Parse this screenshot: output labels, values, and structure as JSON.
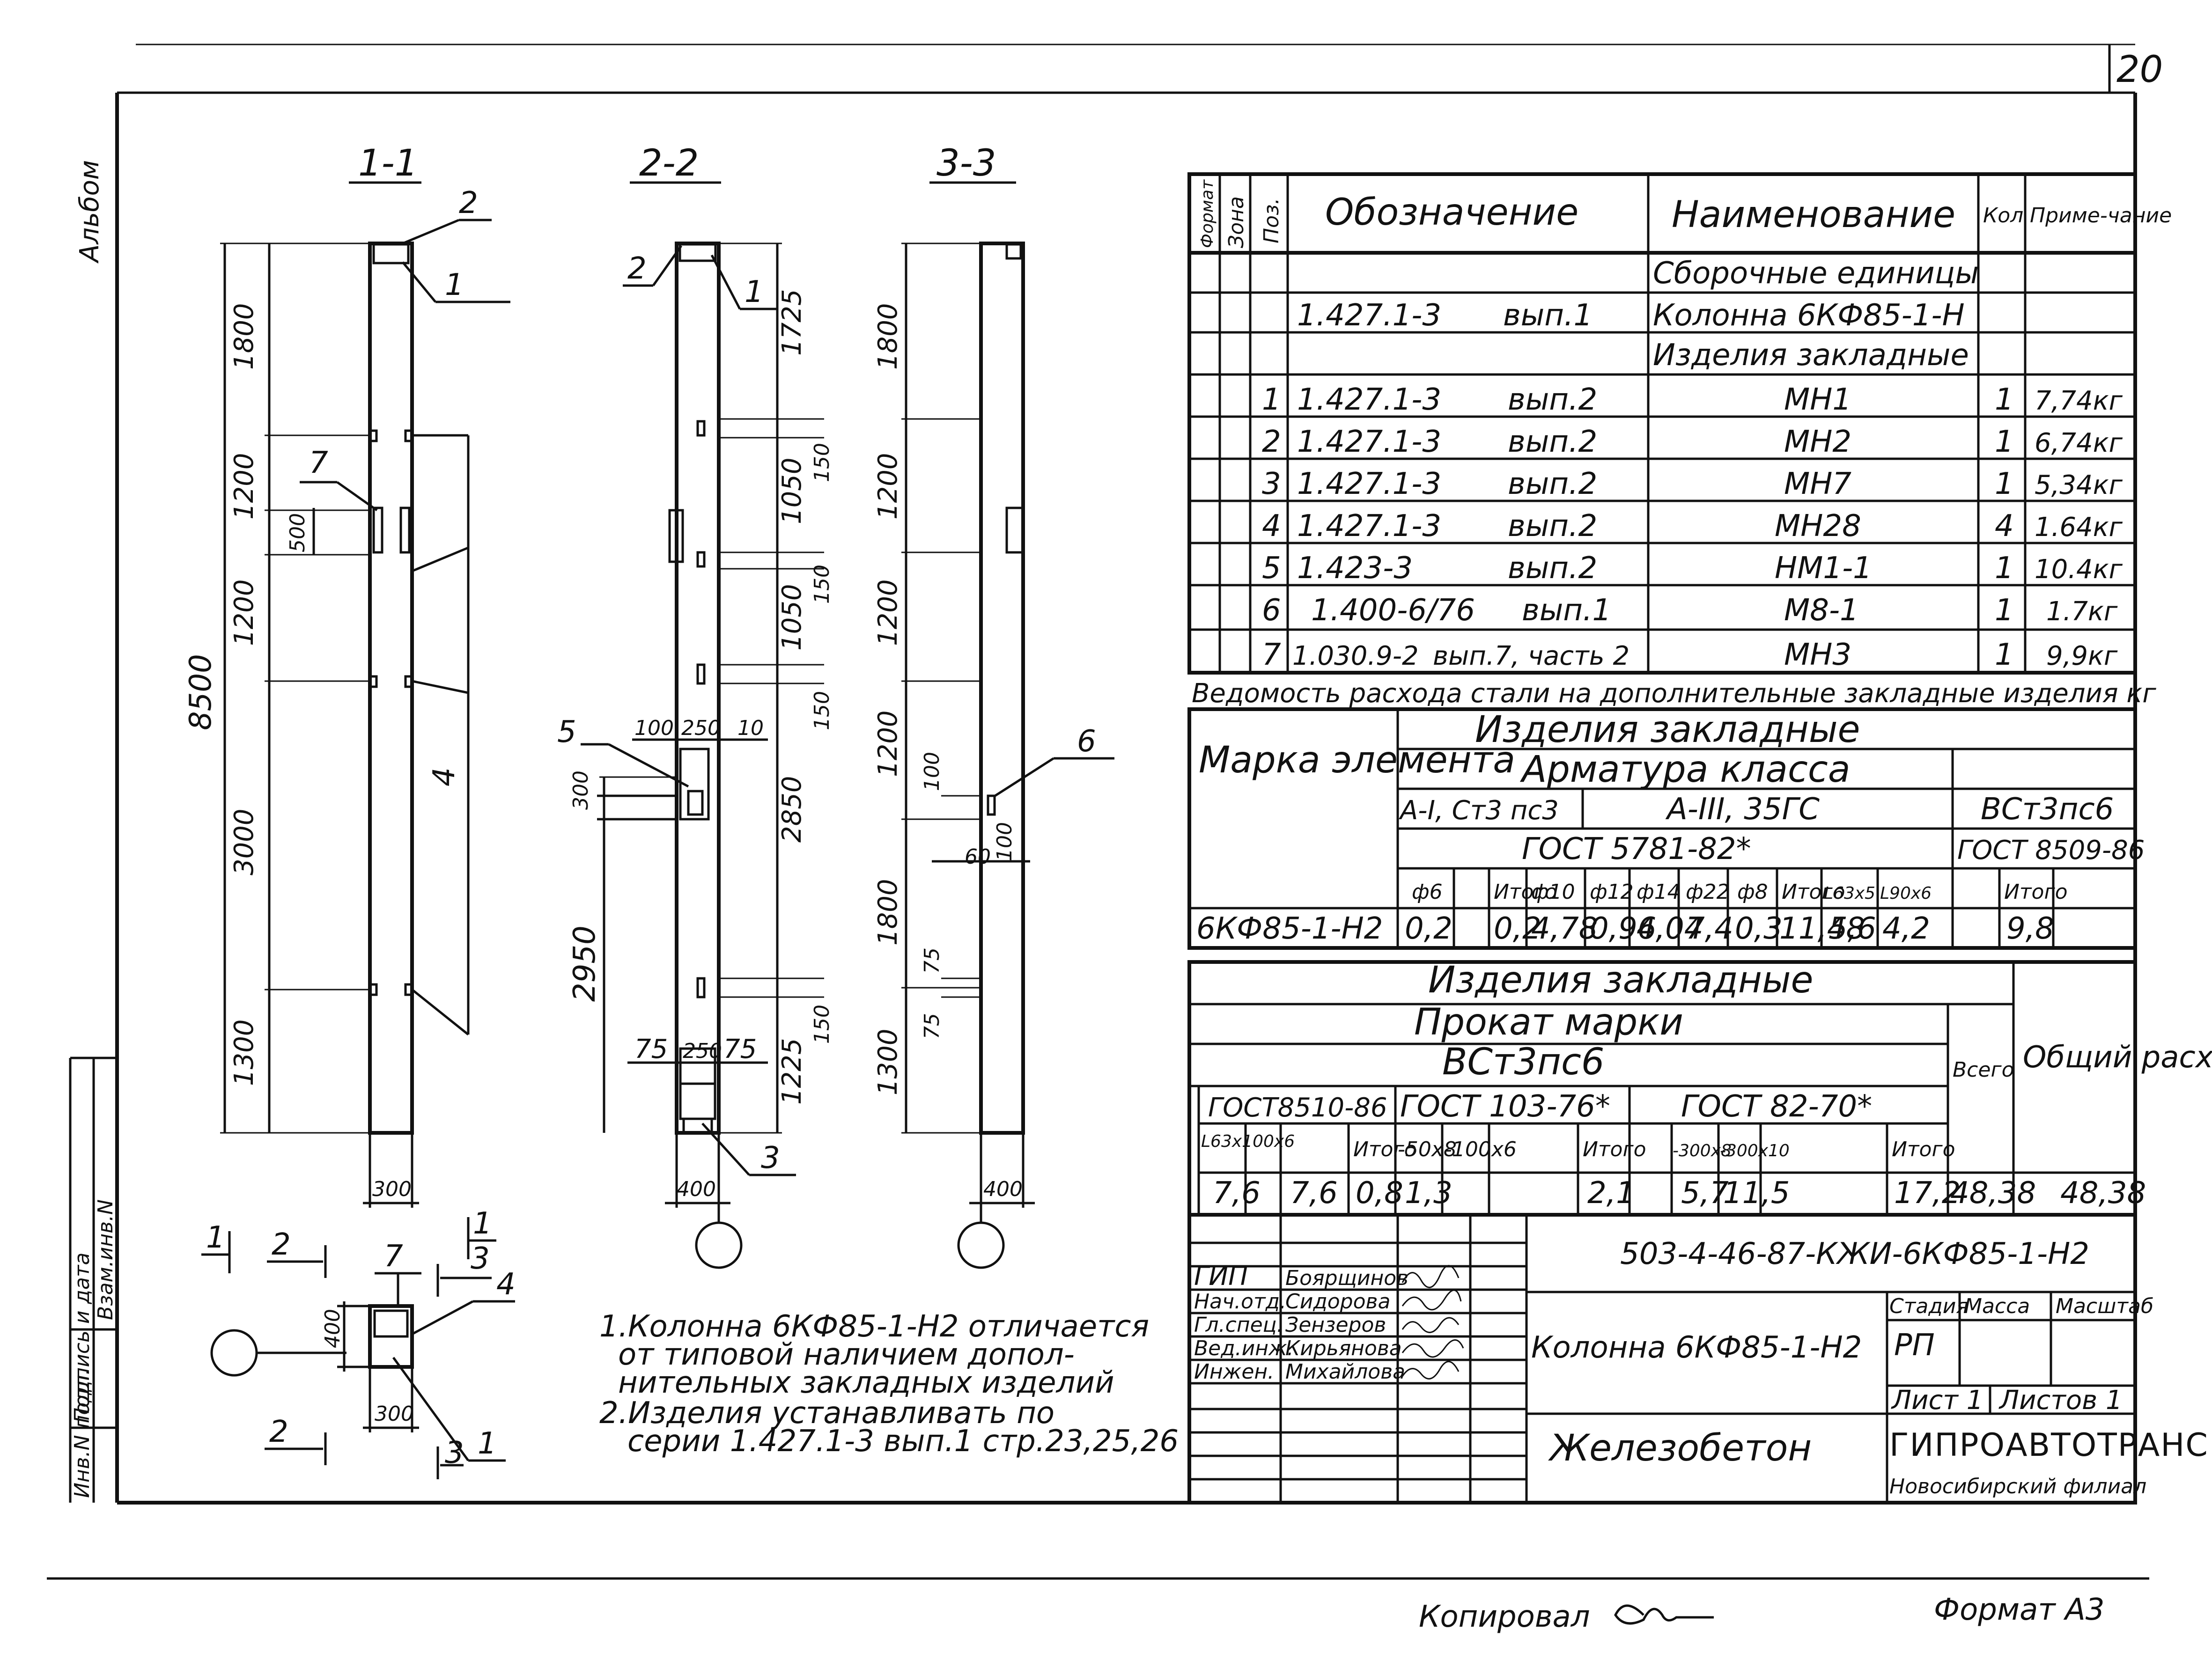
{
  "sheet_number": "20",
  "left_margin_title": "Альбом",
  "left_stamp_cells": [
    "Инв.N подл.",
    "Подпись и дата",
    "Взам.инв.N"
  ],
  "sections": {
    "s11": {
      "title": "1-1",
      "dims": [
        "1800",
        "1200",
        "500",
        "1200",
        "8500",
        "3000",
        "1300",
        "300"
      ],
      "markers": [
        "1",
        "2",
        "7",
        "4"
      ]
    },
    "s22": {
      "title": "2-2",
      "dims": [
        "1725",
        "1050",
        "150",
        "1050",
        "150",
        "2850",
        "150",
        "2950",
        "1225",
        "150",
        "100",
        "250",
        "10",
        "300",
        "75",
        "250",
        "75",
        "400"
      ],
      "markers": [
        "1",
        "2",
        "5",
        "3"
      ]
    },
    "s33": {
      "title": "3-3",
      "dims": [
        "1800",
        "1200",
        "1200",
        "1200",
        "100",
        "60",
        "100",
        "1800",
        "75",
        "75",
        "1300",
        "400"
      ],
      "markers": [
        "6"
      ]
    }
  },
  "plan_view": {
    "dims": [
      "400",
      "300"
    ],
    "markers": [
      "1",
      "2",
      "3",
      "4",
      "7"
    ]
  },
  "notes": [
    "1.Колонна 6КФ85-1-Н2 отличается",
    "от типовой наличием допол-",
    "нительных закладных изделий",
    "2.Изделия устанавливать по",
    "серии 1.427.1-3 вып.1 стр.23,25,26"
  ],
  "spec_table": {
    "headers": [
      "Формат",
      "Зона",
      "Поз.",
      "Обозначение",
      "Наименование",
      "Кол",
      "Приме-чание"
    ],
    "section_rows": [
      {
        "name": "Сборочные единицы"
      },
      {
        "designation": "1.427.1-3",
        "issue": "вып.1",
        "name": "Колонна 6КФ85-1-Н"
      },
      {
        "name": "Изделия закладные"
      }
    ],
    "rows": [
      {
        "pos": "1",
        "designation": "1.427.1-3",
        "issue": "вып.2",
        "name": "МН1",
        "qty": "1",
        "note": "7,74кг"
      },
      {
        "pos": "2",
        "designation": "1.427.1-3",
        "issue": "вып.2",
        "name": "МН2",
        "qty": "1",
        "note": "6,74кг"
      },
      {
        "pos": "3",
        "designation": "1.427.1-3",
        "issue": "вып.2",
        "name": "МН7",
        "qty": "1",
        "note": "5,34кг"
      },
      {
        "pos": "4",
        "designation": "1.427.1-3",
        "issue": "вып.2",
        "name": "МН28",
        "qty": "4",
        "note": "1.64кг"
      },
      {
        "pos": "5",
        "designation": "1.423-3",
        "issue": "вып.2",
        "name": "НМ1-1",
        "qty": "1",
        "note": "10.4кг"
      },
      {
        "pos": "6",
        "designation": "1.400-6/76",
        "issue": "вып.1",
        "name": "М8-1",
        "qty": "1",
        "note": "1.7кг"
      },
      {
        "pos": "7",
        "designation": "1.030.9-2",
        "issue": "вып.7, часть 2",
        "name": "МН3",
        "qty": "1",
        "note": "9,9кг"
      }
    ]
  },
  "steel_table": {
    "caption": "Ведомость расхода стали на дополнительные закладные изделия кг",
    "mark_header": "Марка элемента",
    "group_header": "Изделия закладные",
    "rebar_header": "Арматура класса",
    "class_ai": "A-I, Ст3 пс3",
    "class_aiii": "A-III, 35ГС",
    "class_vst": "ВСт3пс6",
    "gost_rebar": "ГОСТ 5781-82*",
    "gost_vst": "ГОСТ 8509-86",
    "columns": [
      "ф6",
      "",
      "Итого",
      "ф10",
      "ф12",
      "ф14",
      "ф22",
      "ф8",
      "Итого",
      "L63х5",
      "L90х6",
      "Итого"
    ],
    "row": {
      "mark": "6КФ85-1-Н2",
      "values": [
        "0,2",
        "",
        "0,2",
        "4,78",
        "0,96",
        "4,04",
        "7,4",
        "0,3",
        "11,48",
        "5,6",
        "4,2",
        "9,8"
      ]
    }
  },
  "rolled_table": {
    "group_header": "Изделия закладные",
    "prokat_header": "Прокат марки",
    "steel_grade": "ВСт3пс6",
    "total_header": "Всего",
    "overall_header": "Общий расход",
    "gosts": [
      "ГОСТ8510-86",
      "ГОСТ 103-76*",
      "ГОСТ 82-70*"
    ],
    "columns": [
      "L63х100х6",
      "",
      "Итого",
      "-50х8",
      "-100х6",
      "",
      "Итого",
      "",
      "-300х8",
      "-300х10",
      "",
      "Итого"
    ],
    "values": [
      "7,6",
      "",
      "7,6",
      "0,8",
      "1,3",
      "",
      "2,1",
      "",
      "5,7",
      "11,5",
      "",
      "17,2",
      "48,38",
      "48,38"
    ]
  },
  "title_block": {
    "code": "503-4-46-87-КЖИ-6КФ85-1-Н2",
    "title": "Колонна 6КФ85-1-Н2",
    "material": "Железобетон",
    "stage_label": "Стадия",
    "mass_label": "Масса",
    "scale_label": "Масштаб",
    "stage": "РП",
    "sheet_label": "Лист 1",
    "sheets_label": "Листов 1",
    "org": "ГИПРОАВТОТРАНС",
    "org_branch": "Новосибирский филиал",
    "signatures": [
      {
        "role": "ГИП",
        "name": "Боярщинов"
      },
      {
        "role": "Нач.отд.",
        "name": "Сидорова"
      },
      {
        "role": "Гл.спец.",
        "name": "Зензеров"
      },
      {
        "role": "Вед.инж.",
        "name": "Кирьянова"
      },
      {
        "role": "Инжен.",
        "name": "Михайлова"
      }
    ]
  },
  "footer": {
    "copied_label": "Копировал",
    "format_label": "Формат А3"
  }
}
